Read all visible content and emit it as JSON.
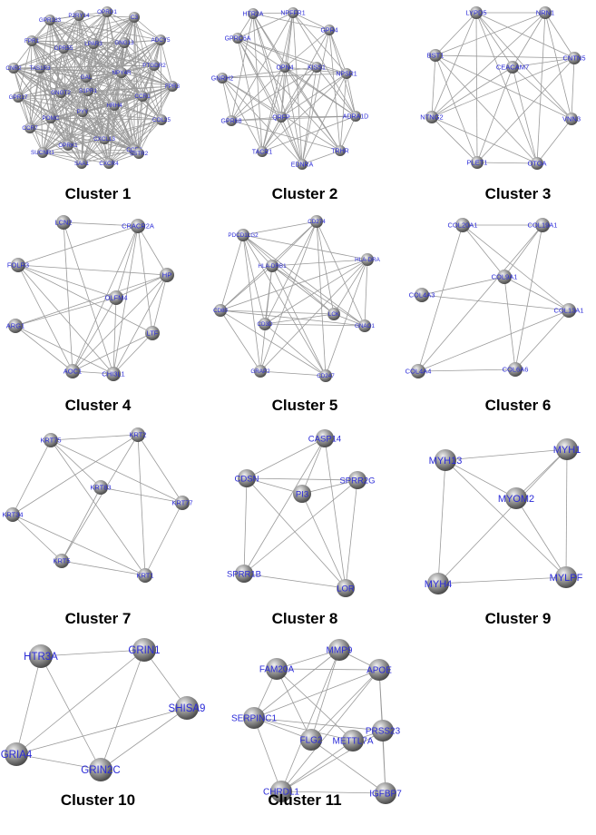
{
  "clusters": [
    {
      "title": "Cluster 1",
      "nodes": [
        "GPR183",
        "P2RY14",
        "OPRD1",
        "C3",
        "ADCY5",
        "FPR1",
        "GPR55",
        "LPAR3",
        "GNG13",
        "PTGDR2",
        "CNR2",
        "TAS1R3",
        "GAL",
        "NPY4R",
        "FPR3",
        "GPR17",
        "GNGT2",
        "S1PR1",
        "CCR1",
        "CCR7",
        "POMC",
        "PYY",
        "HRH4",
        "COL25",
        "CXCL13",
        "OPRK1",
        "CCR3",
        "SUCNR1",
        "SSTR2",
        "SAA1",
        "CXCR4"
      ]
    },
    {
      "title": "Cluster 2",
      "nodes": [
        "HTR2A",
        "NPFFR1",
        "GPRC6A",
        "GPR4",
        "GNRH2",
        "OPN4",
        "KISS1",
        "NPSR1",
        "GPR68",
        "QRFP",
        "ADRA1D",
        "TACR1",
        "EDNRA",
        "TRHR"
      ]
    },
    {
      "title": "Cluster 3",
      "nodes": [
        "LYPD5",
        "NRN1",
        "BST1",
        "CEACAM7",
        "CNTN5",
        "NTNG2",
        "VNN3",
        "PLET1",
        "OTOA"
      ]
    },
    {
      "title": "Cluster 4",
      "nodes": [
        "LCN2",
        "CRACR2A",
        "FOLR3",
        "HP",
        "OLFM4",
        "ARG1",
        "LTF",
        "AOC1",
        "CHI3L1"
      ]
    },
    {
      "title": "Cluster 5",
      "nodes": [
        "PDCD1LG2",
        "CD274",
        "HLA-DRB1",
        "HLA-DRA",
        "CD80",
        "CD3D",
        "LCK",
        "GNAO1",
        "GRAP2",
        "CD247"
      ]
    },
    {
      "title": "Cluster 6",
      "nodes": [
        "COL20A1",
        "COL19A1",
        "COL9A1",
        "COL4A3",
        "COL13A1",
        "COL4A4",
        "COL6A6"
      ]
    },
    {
      "title": "Cluster 7",
      "nodes": [
        "KRT75",
        "KRT2",
        "KRT83",
        "KRT77",
        "KRT34",
        "KRT5",
        "KRT1"
      ]
    },
    {
      "title": "Cluster 8",
      "nodes": [
        "CASP14",
        "CDSN",
        "SPRR2G",
        "PI3",
        "SPRR1B",
        "LOR"
      ]
    },
    {
      "title": "Cluster 9",
      "nodes": [
        "MYH13",
        "MYH1",
        "MYOM2",
        "MYH4",
        "MYLPF"
      ]
    },
    {
      "title": "Cluster 10",
      "nodes": [
        "HTR3A",
        "GRIN1",
        "SHISA9",
        "GRIA4",
        "GRIN2C"
      ]
    },
    {
      "title": "Cluster 11",
      "nodes": [
        "MMP9",
        "FAM20A",
        "APOE",
        "SERPINC1",
        "PRSS23",
        "FLG2",
        "METTL7A",
        "CHRDL1",
        "IGFBP7"
      ]
    }
  ]
}
